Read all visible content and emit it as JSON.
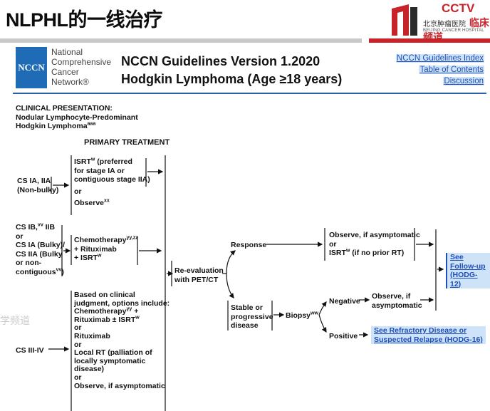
{
  "slide": {
    "title": "NLPHL的一线治疗"
  },
  "broadcaster": {
    "cctv": "CCTV",
    "channel": "临床频道",
    "hospital_cn": "北京肿瘤医院",
    "hospital_en": "BEIJING CANCER HOSPITAL"
  },
  "header": {
    "logo_text": "NCCN",
    "org_lines": [
      "National",
      "Comprehensive",
      "Cancer",
      "Network®"
    ],
    "title_line1": "NCCN Guidelines Version 1.2020",
    "title_line2": "Hodgkin Lymphoma (Age ≥18 years)",
    "links": [
      "NCCN Guidelines Index",
      "Table of Contents",
      "Discussion"
    ]
  },
  "presentation": {
    "label": "CLINICAL PRESENTATION:",
    "line1": "Nodular Lymphocyte-Predominant",
    "line2": "Hodgkin Lymphoma",
    "line2_sup": "aaa"
  },
  "primary_treatment_label": "PRIMARY TREATMENT",
  "stages": {
    "s1_l1": "CS IA, IIA",
    "s1_l2": "(Non-bulky)",
    "s2_l1": "CS IB,",
    "s2_l1_sup": "vv",
    "s2_l1b": " IIB",
    "s2_l2": "or",
    "s2_l3": "CS IA (Bulky)/",
    "s2_l4": "CS IIA (Bulky",
    "s2_l5": "or non-",
    "s2_l6": "contiguous",
    "s2_l6_sup": "vv",
    "s2_l6b": ")",
    "s3": "CS III-IV"
  },
  "treatments": {
    "t1_l1": "ISRT",
    "t1_l1_sup": "w",
    "t1_l1b": " (preferred",
    "t1_l2": "for stage IA or",
    "t1_l3": "contiguous stage IIA)",
    "t1_l4": "or",
    "t1_l5": "Observe",
    "t1_l5_sup": "xx",
    "t2_l1": "Chemotherapy",
    "t2_l1_sup": "yy,zz",
    "t2_l2": "+ Rituximab",
    "t2_l3": "+ ISRT",
    "t2_l3_sup": "w",
    "t3_l1": "Based on clinical",
    "t3_l2": "judgment, options include:",
    "t3_l3": "Chemotherapy",
    "t3_l3_sup": "yy",
    "t3_l3b": " +",
    "t3_l4": "Rituximab ± ISRT",
    "t3_l4_sup": "w",
    "t3_l5": "or",
    "t3_l6": "Rituximab",
    "t3_l7": "or",
    "t3_l8": "Local RT (palliation of",
    "t3_l9": "locally symptomatic",
    "t3_l10": "disease)",
    "t3_l11": "or",
    "t3_l12": "Observe, if asymptomatic"
  },
  "flow": {
    "reeval_l1": "Re-evaluation",
    "reeval_l2": "with PET/CT",
    "response": "Response",
    "stable_l1": "Stable or",
    "stable_l2": "progressive",
    "stable_l3": "disease",
    "biopsy": "Biopsy",
    "biopsy_sup": "ww",
    "negative": "Negative",
    "positive": "Positive",
    "resp_opt_l1": "Observe, if asymptomatic",
    "resp_opt_l2": "or",
    "resp_opt_l3": "ISRT",
    "resp_opt_l3_sup": "w",
    "resp_opt_l3b": " (if no prior RT)",
    "neg_opt_l1": "Observe, if",
    "neg_opt_l2": "asymptomatic",
    "followup_l1": "See",
    "followup_l2": "Follow-up",
    "followup_l3": "(HODG-12)",
    "refractory_l1": "See Refractory Disease or",
    "refractory_l2": "Suspected Relapse (HODG-16)"
  },
  "watermark": "学频道"
}
